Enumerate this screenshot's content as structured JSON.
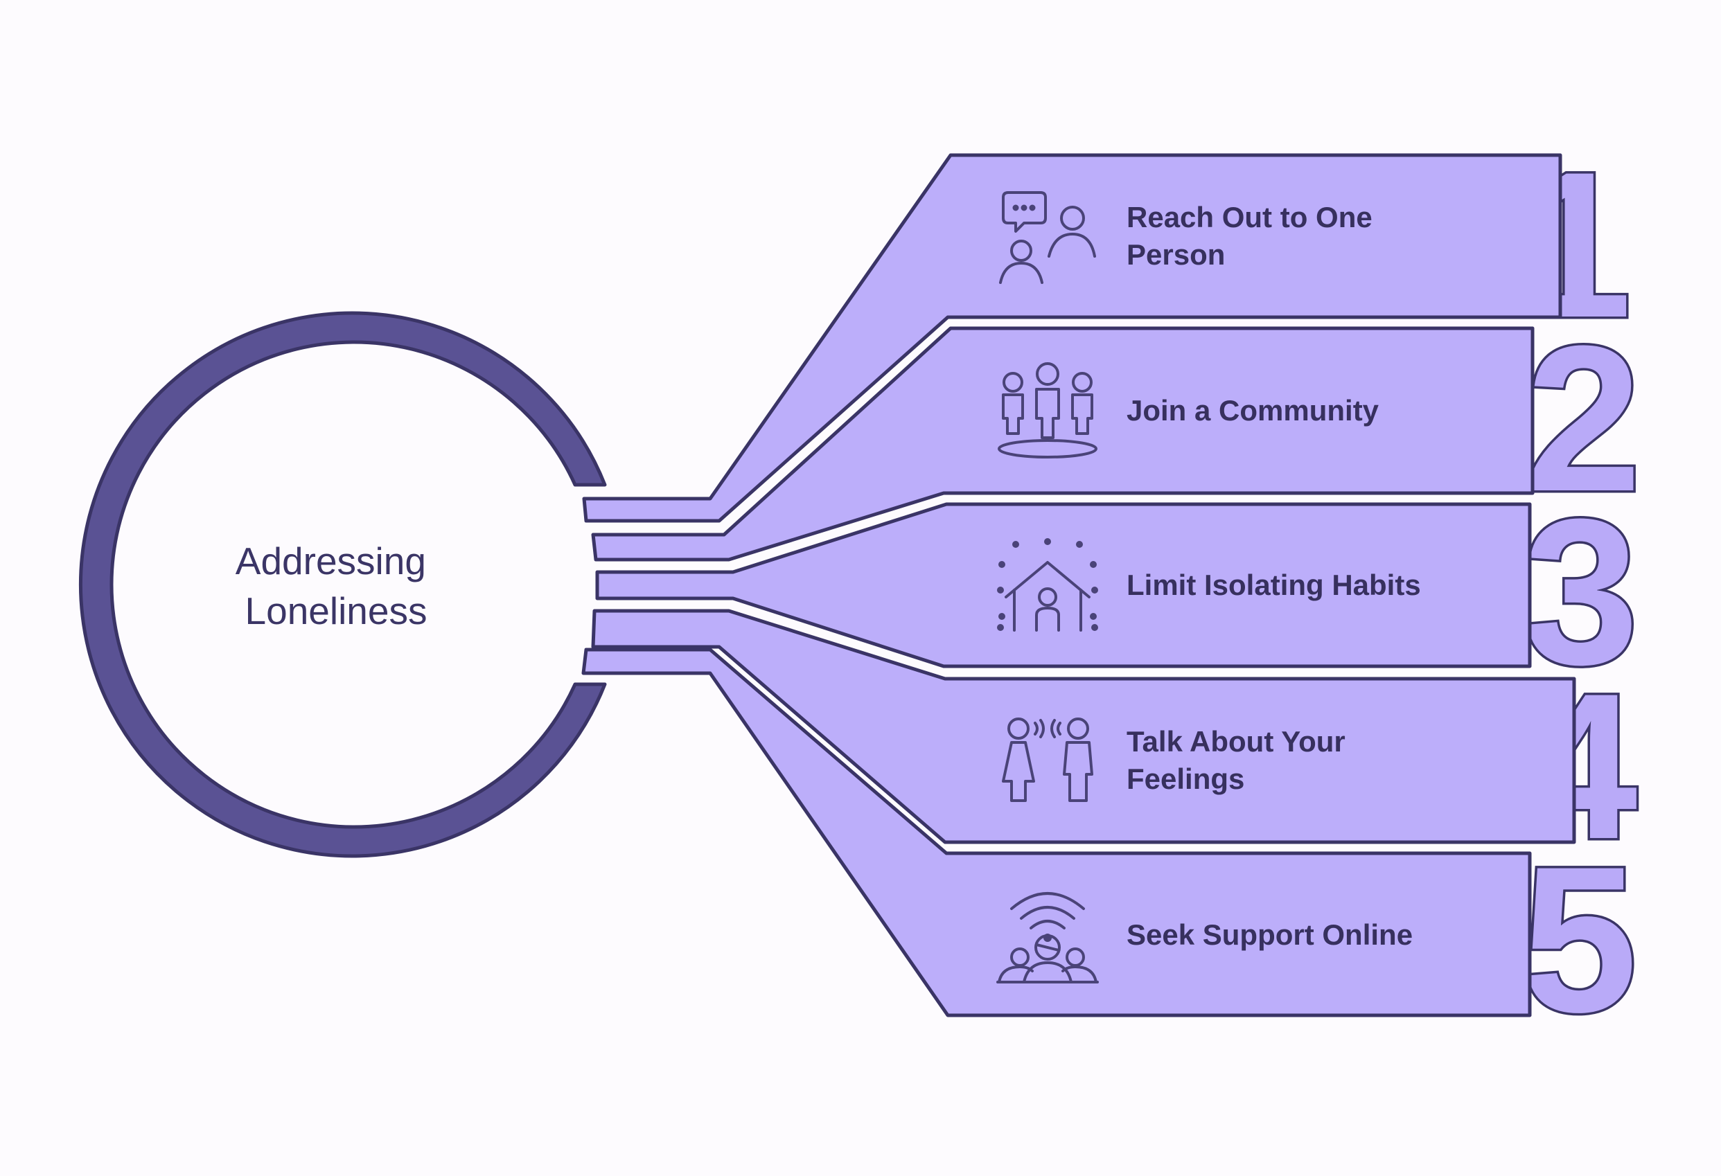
{
  "center": {
    "lines": [
      "Addressing",
      "Loneliness"
    ]
  },
  "colors": {
    "band_fill": "#bcaefa",
    "outline": "#3a3466",
    "ring": "#5a5294",
    "text": "#37305e",
    "background": "#fdfbfe"
  },
  "items": [
    {
      "number": "1",
      "lines": [
        "Reach Out to One",
        "Person"
      ],
      "icon": "chat-people-icon"
    },
    {
      "number": "2",
      "lines": [
        "Join a Community"
      ],
      "icon": "community-group-icon"
    },
    {
      "number": "3",
      "lines": [
        "Limit Isolating Habits"
      ],
      "icon": "house-person-icon"
    },
    {
      "number": "4",
      "lines": [
        "Talk About Your",
        "Feelings"
      ],
      "icon": "talking-people-icon"
    },
    {
      "number": "5",
      "lines": [
        "Seek Support Online"
      ],
      "icon": "online-support-icon"
    }
  ]
}
